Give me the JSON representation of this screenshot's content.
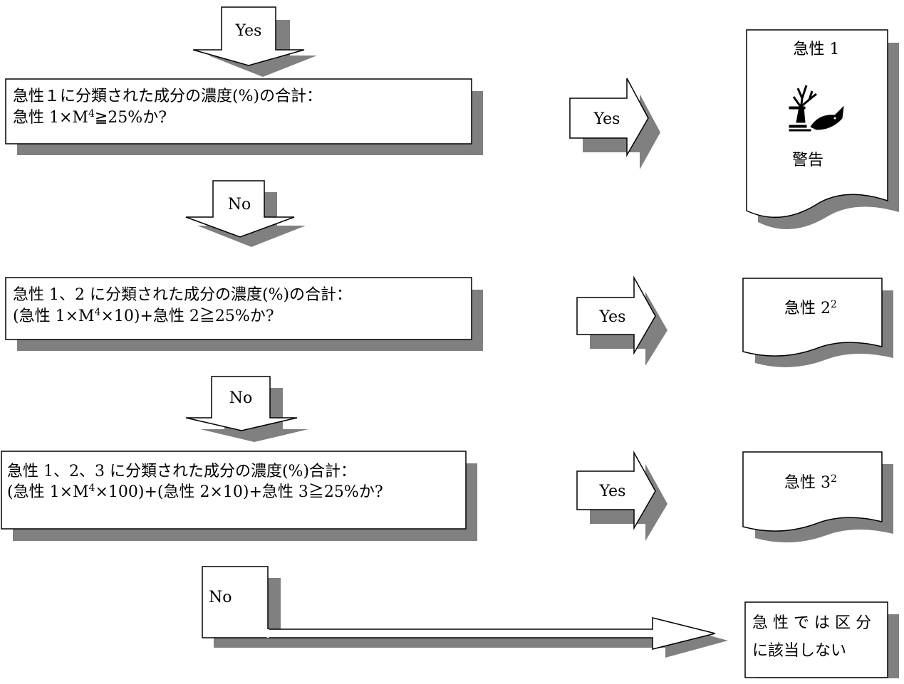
{
  "arrows": {
    "start_yes": "Yes",
    "no_1": "No",
    "no_2": "No",
    "no_3": "No",
    "yes_1": "Yes",
    "yes_2": "Yes",
    "yes_3": "Yes"
  },
  "decisions": [
    {
      "line1": "急性１に分類された成分の濃度(%)の合計：",
      "line2_prefix": "急性 1×M",
      "line2_sup": "4",
      "line2_suffix": "≧25%か?"
    },
    {
      "line1": "急性 1、2 に分類された成分の濃度(%)の合計：",
      "line2_prefix": "(急性 1×M",
      "line2_sup": "4",
      "line2_suffix": "×10)+急性 2≧25%か?"
    },
    {
      "line1": "急性 1、2、3 に分類された成分の濃度(%)合計：",
      "line2_prefix": "(急性 1×M",
      "line2_sup": "4",
      "line2_suffix": "×100)+(急性 2×10)+急性 3≧25%か?"
    }
  ],
  "outcomes": {
    "acute1": {
      "title": "急性 1",
      "signal_word": "警告",
      "pictogram": "environment-pictogram"
    },
    "acute2": {
      "title": "急性 2",
      "title_sup": "2"
    },
    "acute3": {
      "title": "急性 3",
      "title_sup": "2"
    },
    "not_classified": {
      "line1": "急 性 で は 区 分",
      "line2": "に該当しない"
    }
  },
  "colors": {
    "shadow": "#808080",
    "stroke": "#000000",
    "fill": "#ffffff"
  }
}
